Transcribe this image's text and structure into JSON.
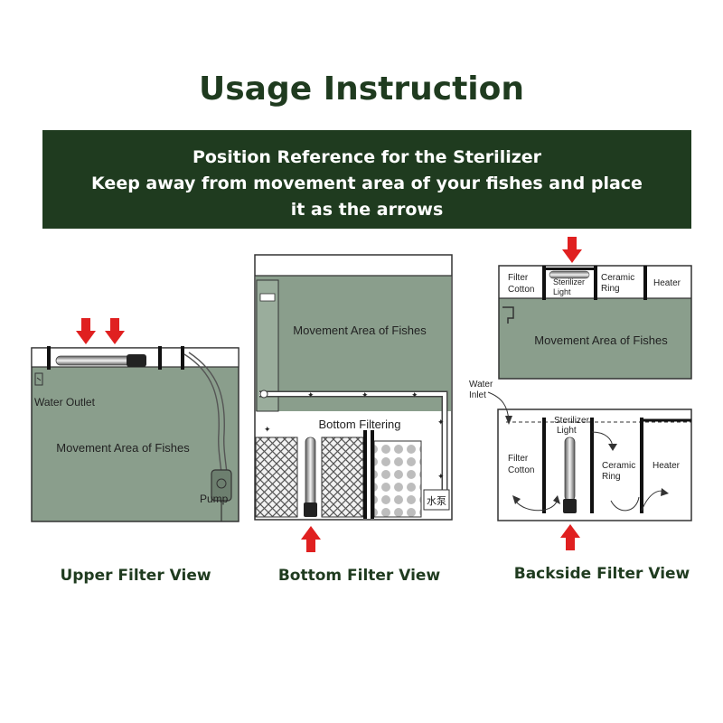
{
  "title": "Usage Instruction",
  "banner": {
    "line1": "Position Reference for the Sterilizer",
    "line2": "Keep away from movement area of your fishes and place",
    "line3": "it as the arrows"
  },
  "colors": {
    "dark_green": "#1f3b1f",
    "water": "#8a9e8c",
    "arrow": "#e02020"
  },
  "upper": {
    "caption": "Upper Filter View",
    "water_outlet": "Water Outlet",
    "movement": "Movement Area of Fishes",
    "pump": "Pump"
  },
  "bottom": {
    "caption": "Bottom Filter View",
    "movement": "Movement Area of Fishes",
    "filtering": "Bottom Filtering",
    "pump_cn": "水泵"
  },
  "backside": {
    "caption": "Backside Filter View",
    "top_filter_cotton_1": "Filter",
    "top_filter_cotton_2": "Cotton",
    "top_sterilizer_1": "Sterilizer",
    "top_sterilizer_2": "Light",
    "top_ceramic_1": "Ceramic",
    "top_ceramic_2": "Ring",
    "top_heater": "Heater",
    "movement": "Movement Area of Fishes",
    "water_inlet_1": "Water",
    "water_inlet_2": "Inlet",
    "bot_sterilizer_1": "Sterilizer",
    "bot_sterilizer_2": "Light",
    "bot_filter_cotton_1": "Filter",
    "bot_filter_cotton_2": "Cotton",
    "bot_ceramic_1": "Ceramic",
    "bot_ceramic_2": "Ring",
    "bot_heater": "Heater"
  }
}
